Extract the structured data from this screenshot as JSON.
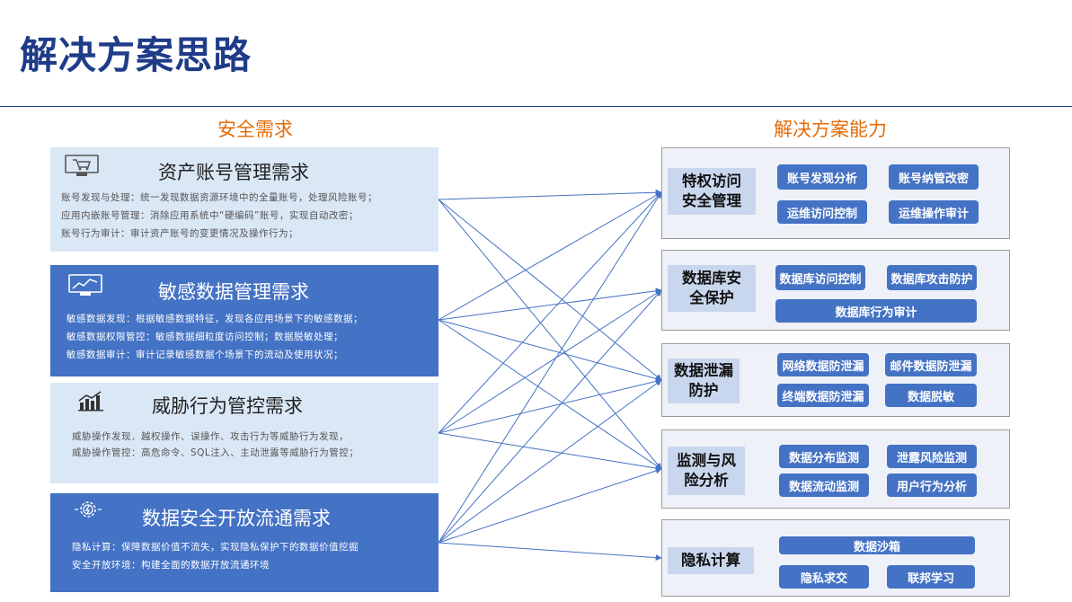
{
  "title": "解决方案思路",
  "left_header": "安全需求",
  "right_header": "解决方案能力",
  "colors": {
    "title": "#1f3c88",
    "header": "#e36c09",
    "dark": "#4472c4",
    "light": "#dae7f5",
    "pill": "#4472c4"
  },
  "requirements": [
    {
      "title": "资产账号管理需求",
      "icon": "monitor-cart-icon",
      "style": "light",
      "lines": [
        "账号发现与处理：统一发现数据资源环境中的全量账号，处理风险账号；",
        "应用内嵌账号管理：消除应用系统中“硬编码”账号，实现自动改密；",
        "账号行为审计：审计资产账号的变更情况及操作行为；"
      ]
    },
    {
      "title": "敏感数据管理需求",
      "icon": "monitor-chart-icon",
      "style": "dark",
      "lines": [
        "敏感数据发现：根据敏感数据特征，发现各应用场景下的敏感数据；",
        "敏感数据权限管控：敏感数据细粒度访问控制；数据脱敏处理；",
        "敏感数据审计：审计记录敏感数据个场景下的流动及使用状况；"
      ]
    },
    {
      "title": "威胁行为管控需求",
      "icon": "bar-chart-icon",
      "style": "light",
      "lines": [
        "威胁操作发现．越权操作、误操作、攻击行为等威胁行为发现，",
        "威胁操作管控：高危命令、SQL注入、主动泄露等威胁行为管控；"
      ]
    },
    {
      "title": "数据安全开放流通需求",
      "icon": "gear-bolt-icon",
      "style": "dark",
      "lines": [
        "隐私计算：保障数据价值不流失，实现隐私保护下的数据价值挖掘",
        "安全开放环境：构建全面的数据开放流通环境"
      ]
    }
  ],
  "capabilities": [
    {
      "label": "特权访问\n安全管理",
      "items": [
        "账号发现分析",
        "账号纳管改密",
        "运维访问控制",
        "运维操作审计"
      ]
    },
    {
      "label": "数据库安\n全保护",
      "items": [
        "数据库访问控制",
        "数据库攻击防护",
        "数据库行为审计"
      ]
    },
    {
      "label": "数据泄漏\n防护",
      "items": [
        "网络数据防泄漏",
        "邮件数据防泄漏",
        "终端数据防泄漏",
        "数据脱敏"
      ]
    },
    {
      "label": "监测与风\n险分析",
      "items": [
        "数据分布监测",
        "泄露风险监测",
        "数据流动监测",
        "用户行为分析"
      ]
    },
    {
      "label": "隐私计算",
      "items": [
        "数据沙箱",
        "隐私求交",
        "联邦学习"
      ]
    }
  ],
  "connections": [
    [
      0,
      0
    ],
    [
      0,
      2
    ],
    [
      0,
      3
    ],
    [
      1,
      0
    ],
    [
      1,
      1
    ],
    [
      1,
      2
    ],
    [
      1,
      3
    ],
    [
      2,
      0
    ],
    [
      2,
      1
    ],
    [
      2,
      2
    ],
    [
      2,
      3
    ],
    [
      3,
      0
    ],
    [
      3,
      1
    ],
    [
      3,
      2
    ],
    [
      3,
      3
    ],
    [
      3,
      4
    ]
  ]
}
